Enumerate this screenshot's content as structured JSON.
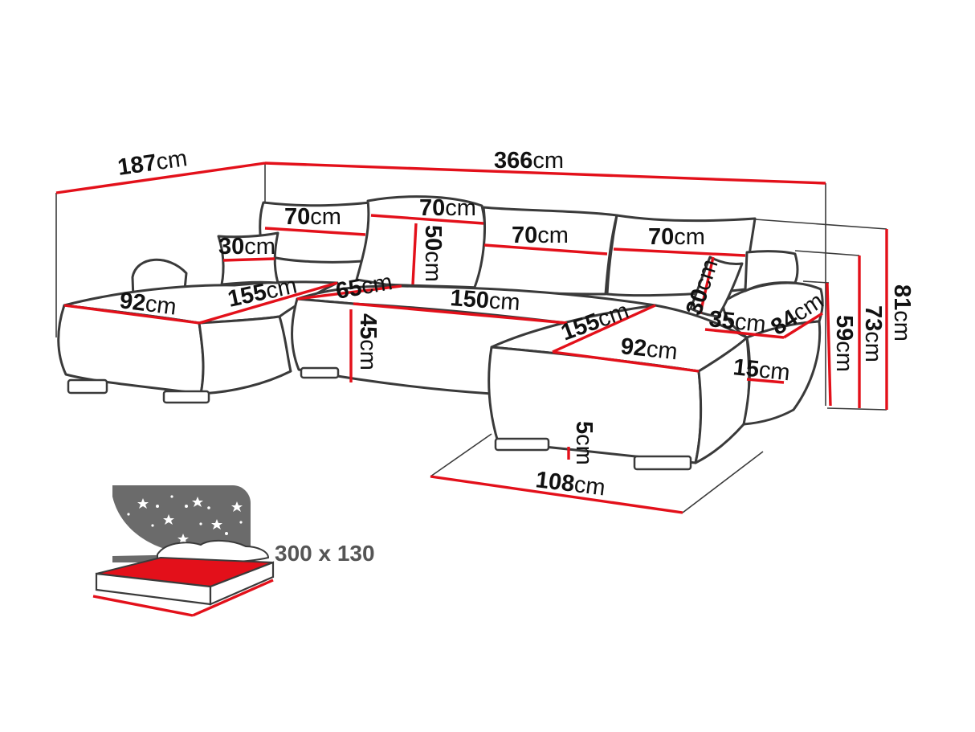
{
  "unit": "cm",
  "dimensions": {
    "chaise_left_length": "187",
    "total_width": "366",
    "cushion_back_1": "70",
    "cushion_back_2": "70",
    "cushion_back_3": "70",
    "cushion_back_4": "70",
    "cushion_back_height": "50",
    "pillow_left": "30",
    "pillow_right": "30",
    "left_depth": "92",
    "left_seat_length": "155",
    "seat_depth": "65",
    "middle_seat_width": "150",
    "right_seat_length": "155",
    "right_depth": "92",
    "seat_height": "45",
    "armrest_width": "35",
    "armrest_depth": "84",
    "armrest_thickness": "15",
    "arm_height": "59",
    "back_height_73": "73",
    "total_height": "81",
    "leg_height": "5",
    "chaise_width": "108"
  },
  "bed": {
    "size_label": "300 x 130"
  },
  "colors": {
    "dimension_line": "#e3101a",
    "outline": "#3a3a3a",
    "bed_label": "#555555",
    "night_sky": "#6b6b6b"
  }
}
